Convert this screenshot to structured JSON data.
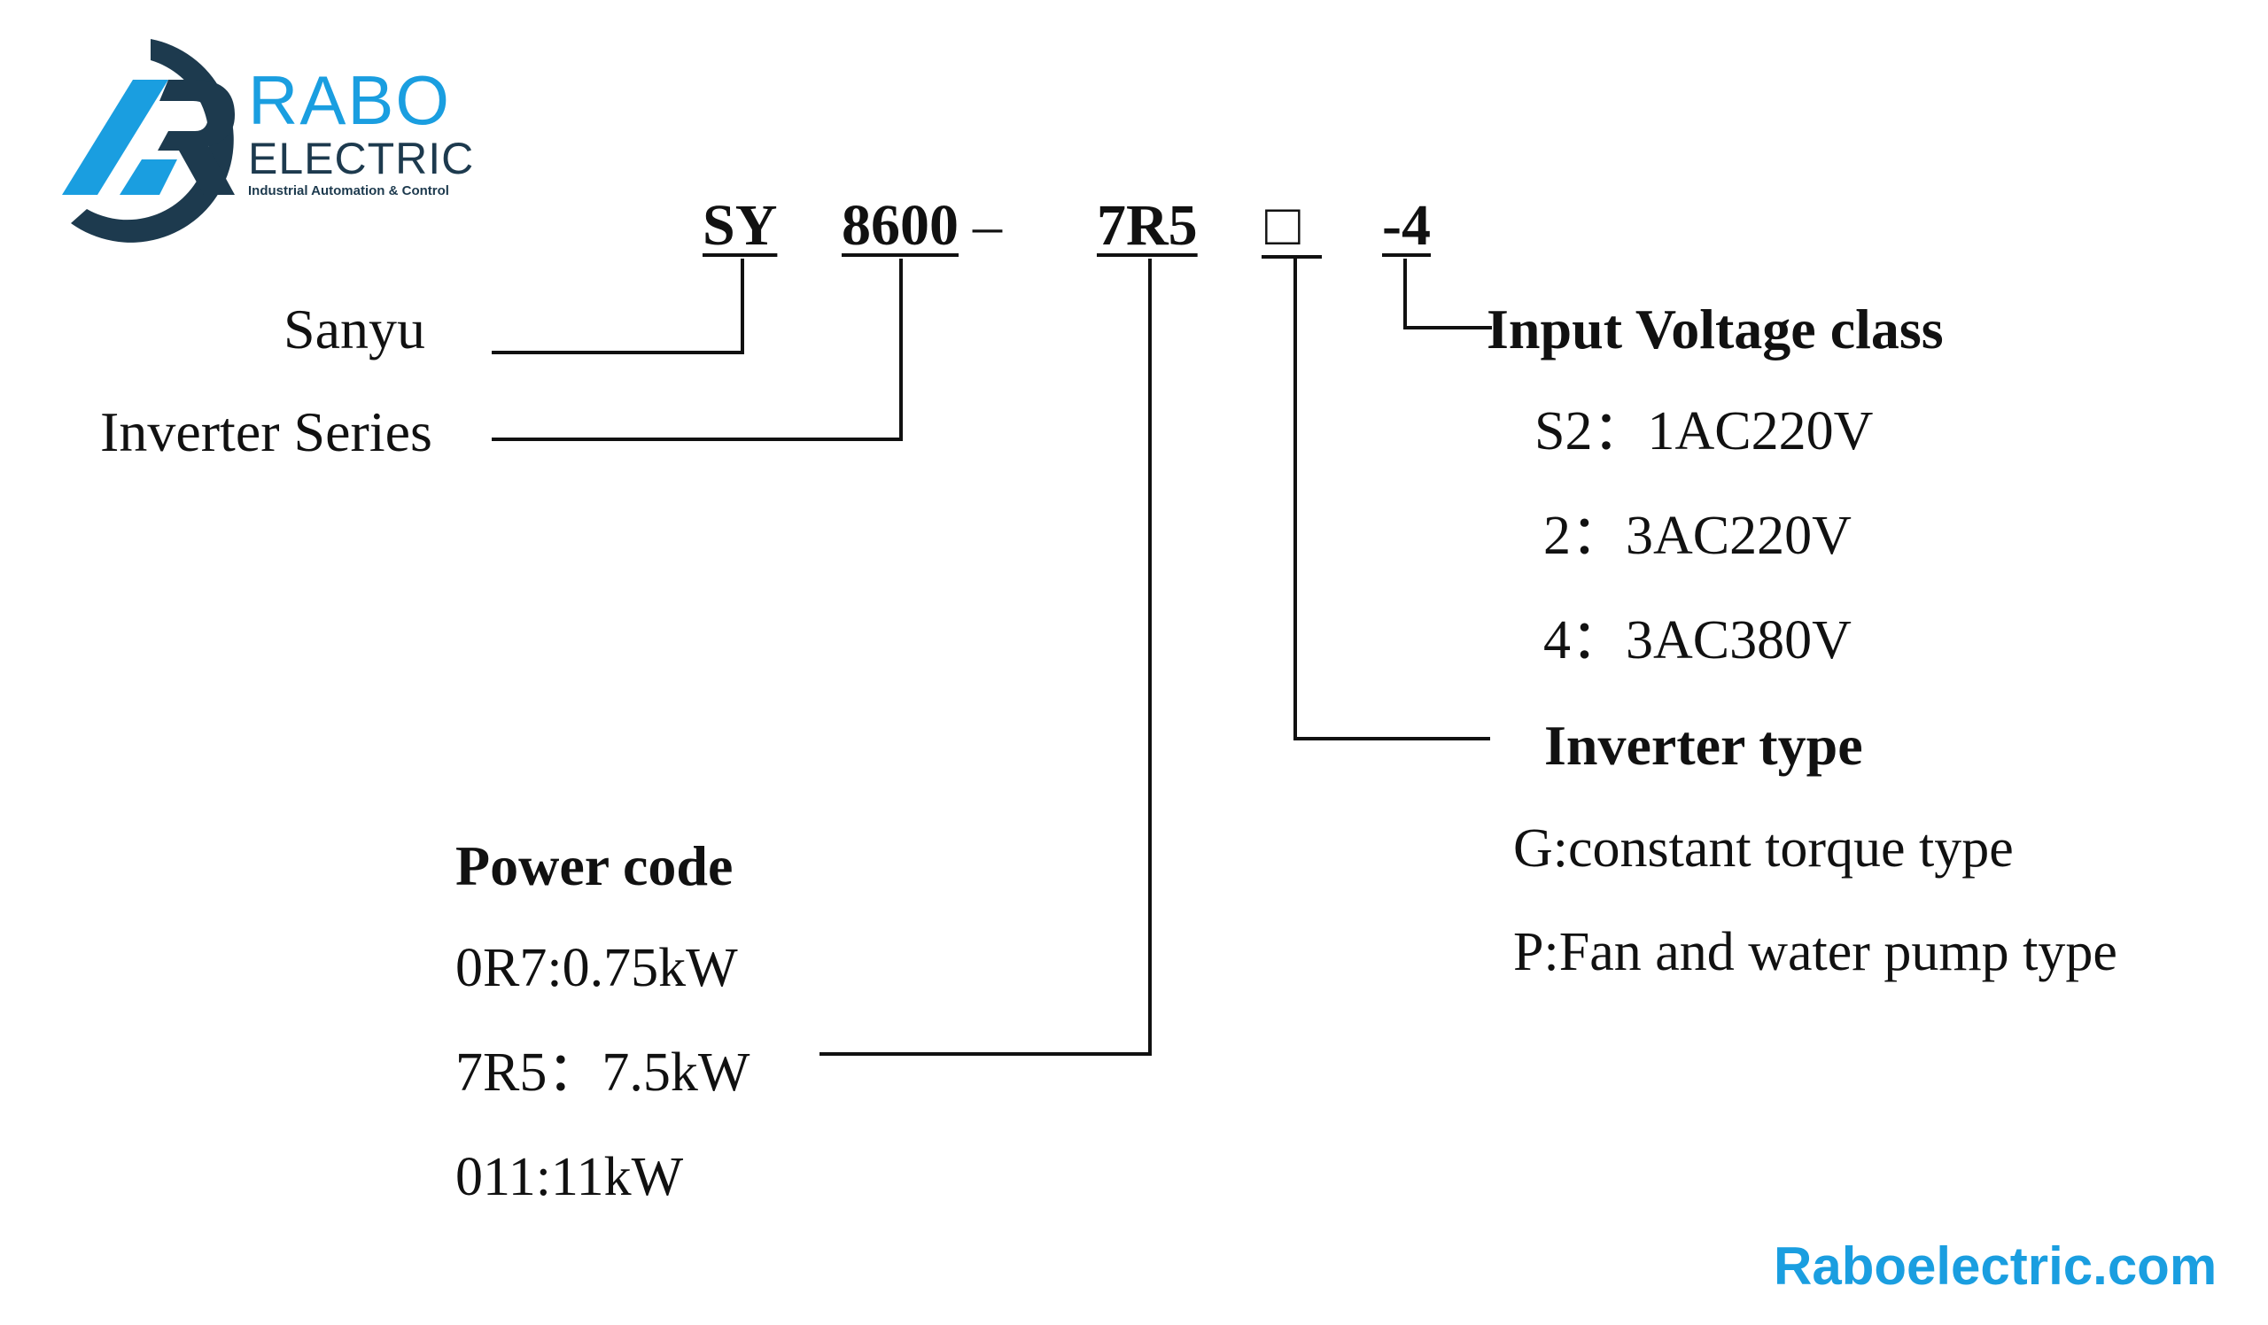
{
  "brand": {
    "name": "RABO",
    "name2": "ELECTRIC",
    "tagline": "Industrial Automation & Control",
    "accent": "#1a9ee0",
    "dark": "#1d3a4e",
    "website": "Raboelectric.com"
  },
  "model_code": {
    "parts": [
      "SY",
      "8600",
      "–",
      "7R5",
      "□",
      "-4"
    ]
  },
  "left_labels": {
    "brand_label": "Sanyu",
    "series_label": "Inverter Series"
  },
  "power_code": {
    "title": "Power code",
    "items": [
      "0R7:0.75kW",
      "7R5：7.5kW",
      "011:11kW"
    ]
  },
  "voltage": {
    "title": "Input Voltage class",
    "items": [
      "S2：1AC220V",
      "2：3AC220V",
      "4：3AC380V"
    ]
  },
  "inverter_type": {
    "title": "Inverter type",
    "items": [
      "G:constant torque type",
      "P:Fan and water pump type"
    ]
  }
}
